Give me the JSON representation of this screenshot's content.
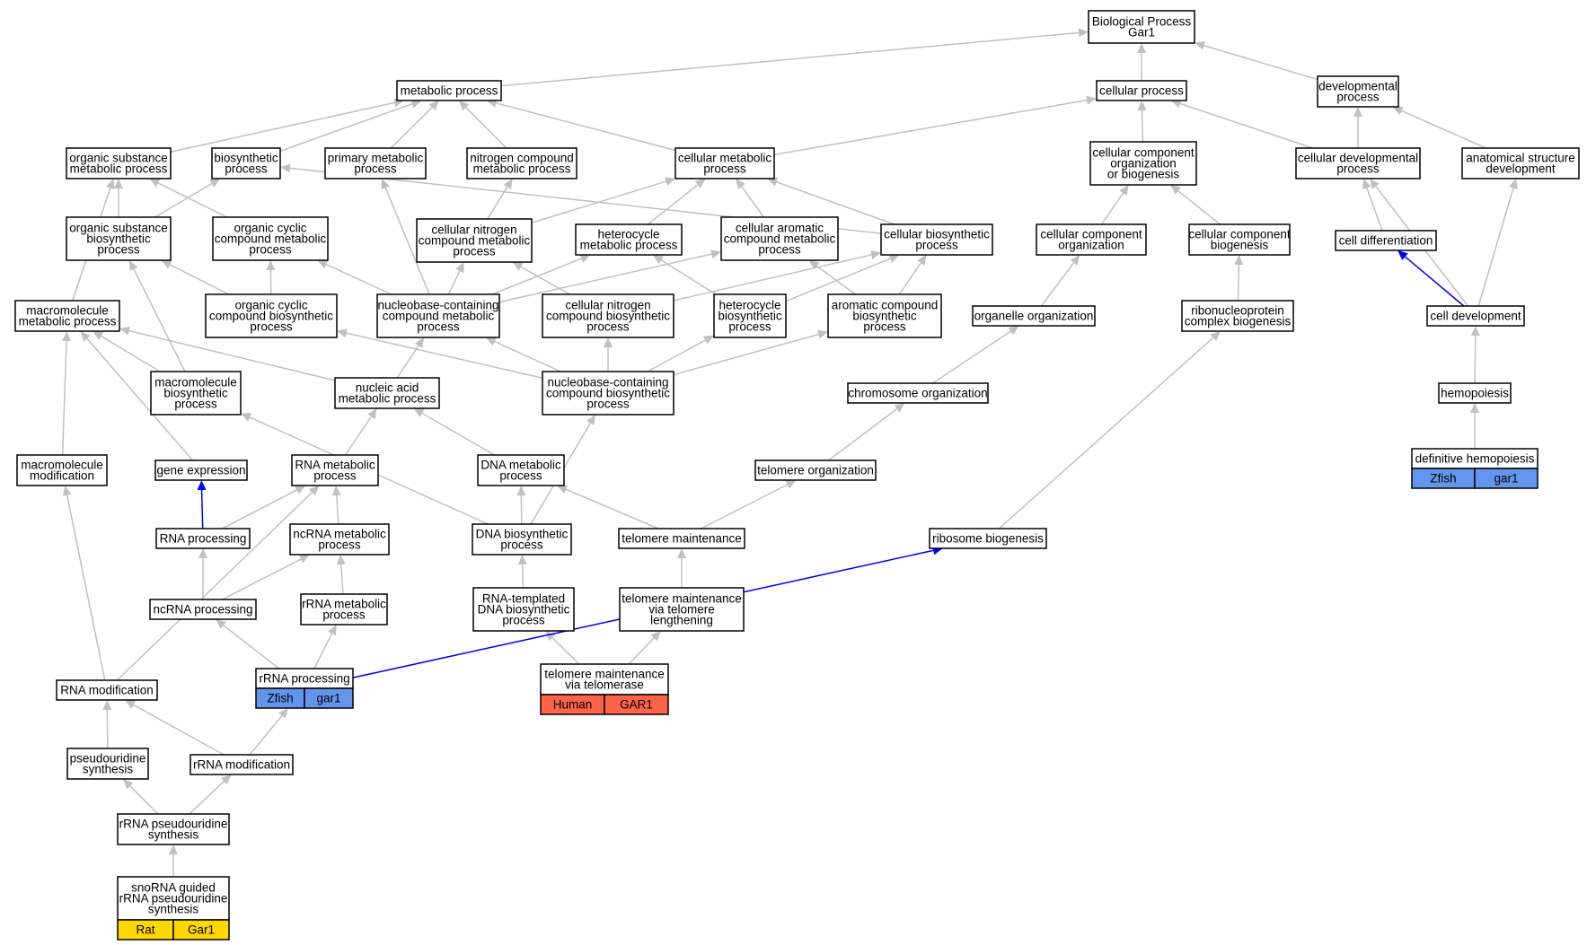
{
  "diagram": {
    "colors": {
      "edge": "#c0c0c0",
      "highlight_edge": "#0000ff",
      "zfish": "#6495ed",
      "human": "#ff6347",
      "rat": "#ffd700"
    },
    "nodes": [
      {
        "id": "bp",
        "lines": [
          "Biological Process",
          "Gar1"
        ]
      },
      {
        "id": "metabolic",
        "lines": [
          "metabolic process"
        ]
      },
      {
        "id": "cellular",
        "lines": [
          "cellular process"
        ]
      },
      {
        "id": "developmental",
        "lines": [
          "developmental",
          "process"
        ]
      },
      {
        "id": "org_sub_met",
        "lines": [
          "organic substance",
          "metabolic process"
        ]
      },
      {
        "id": "biosynthetic",
        "lines": [
          "biosynthetic",
          "process"
        ]
      },
      {
        "id": "primary_met",
        "lines": [
          "primary metabolic",
          "process"
        ]
      },
      {
        "id": "nitrogen_met",
        "lines": [
          "nitrogen compound",
          "metabolic process"
        ]
      },
      {
        "id": "cell_met",
        "lines": [
          "cellular metabolic",
          "process"
        ]
      },
      {
        "id": "ccob",
        "lines": [
          "cellular component",
          "organization",
          "or biogenesis"
        ]
      },
      {
        "id": "cell_dev_proc",
        "lines": [
          "cellular developmental",
          "process"
        ]
      },
      {
        "id": "anat_dev",
        "lines": [
          "anatomical structure",
          "development"
        ]
      },
      {
        "id": "org_sub_bio",
        "lines": [
          "organic substance",
          "biosynthetic",
          "process"
        ]
      },
      {
        "id": "org_cyc_met",
        "lines": [
          "organic cyclic",
          "compound metabolic",
          "process"
        ]
      },
      {
        "id": "cell_nit_met",
        "lines": [
          "cellular nitrogen",
          "compound metabolic",
          "process"
        ]
      },
      {
        "id": "het_met",
        "lines": [
          "heterocycle",
          "metabolic process"
        ]
      },
      {
        "id": "cell_aro_met",
        "lines": [
          "cellular aromatic",
          "compound metabolic",
          "process"
        ]
      },
      {
        "id": "cell_bio",
        "lines": [
          "cellular biosynthetic",
          "process"
        ]
      },
      {
        "id": "cc_org",
        "lines": [
          "cellular component",
          "organization"
        ]
      },
      {
        "id": "cc_bio",
        "lines": [
          "cellular component",
          "biogenesis"
        ]
      },
      {
        "id": "cell_diff",
        "lines": [
          "cell differentiation"
        ]
      },
      {
        "id": "macro_met",
        "lines": [
          "macromolecule",
          "metabolic process"
        ]
      },
      {
        "id": "org_cyc_bio",
        "lines": [
          "organic cyclic",
          "compound biosynthetic",
          "process"
        ]
      },
      {
        "id": "nb_met",
        "lines": [
          "nucleobase-containing",
          "compound metabolic",
          "process"
        ]
      },
      {
        "id": "cell_nit_bio",
        "lines": [
          "cellular nitrogen",
          "compound biosynthetic",
          "process"
        ]
      },
      {
        "id": "het_bio",
        "lines": [
          "heterocycle",
          "biosynthetic",
          "process"
        ]
      },
      {
        "id": "aro_bio",
        "lines": [
          "aromatic compound",
          "biosynthetic",
          "process"
        ]
      },
      {
        "id": "organelle_org",
        "lines": [
          "organelle organization"
        ]
      },
      {
        "id": "rnp_bio",
        "lines": [
          "ribonucleoprotein",
          "complex biogenesis"
        ]
      },
      {
        "id": "cell_dev",
        "lines": [
          "cell development"
        ]
      },
      {
        "id": "macro_bio",
        "lines": [
          "macromolecule",
          "biosynthetic",
          "process"
        ]
      },
      {
        "id": "na_met",
        "lines": [
          "nucleic acid",
          "metabolic process"
        ]
      },
      {
        "id": "nb_bio",
        "lines": [
          "nucleobase-containing",
          "compound biosynthetic",
          "process"
        ]
      },
      {
        "id": "chrom_org",
        "lines": [
          "chromosome organization"
        ]
      },
      {
        "id": "hemopoiesis",
        "lines": [
          "hemopoiesis"
        ]
      },
      {
        "id": "macro_mod",
        "lines": [
          "macromolecule",
          "modification"
        ]
      },
      {
        "id": "gene_expr",
        "lines": [
          "gene expression"
        ]
      },
      {
        "id": "rna_met",
        "lines": [
          "RNA metabolic",
          "process"
        ]
      },
      {
        "id": "dna_met",
        "lines": [
          "DNA metabolic",
          "process"
        ]
      },
      {
        "id": "telo_org",
        "lines": [
          "telomere organization"
        ]
      },
      {
        "id": "def_hemo",
        "lines": [
          "definitive hemopoiesis"
        ],
        "tags": [
          "Zfish",
          "gar1"
        ],
        "tag_color": "#6495ed"
      },
      {
        "id": "rna_proc",
        "lines": [
          "RNA processing"
        ]
      },
      {
        "id": "ncrna_met",
        "lines": [
          "ncRNA metabolic",
          "process"
        ]
      },
      {
        "id": "dna_bio",
        "lines": [
          "DNA biosynthetic",
          "process"
        ]
      },
      {
        "id": "telo_maint",
        "lines": [
          "telomere maintenance"
        ]
      },
      {
        "id": "ribo_bio",
        "lines": [
          "ribosome biogenesis"
        ]
      },
      {
        "id": "ncrna_proc",
        "lines": [
          "ncRNA processing"
        ]
      },
      {
        "id": "rrna_met",
        "lines": [
          "rRNA metabolic",
          "process"
        ]
      },
      {
        "id": "rna_templ",
        "lines": [
          "RNA-templated",
          "DNA biosynthetic",
          "process"
        ]
      },
      {
        "id": "telo_length",
        "lines": [
          "telomere maintenance",
          "via telomere",
          "lengthening"
        ]
      },
      {
        "id": "rrna_proc",
        "lines": [
          "rRNA processing"
        ],
        "tags": [
          "Zfish",
          "gar1"
        ],
        "tag_color": "#6495ed"
      },
      {
        "id": "telo_telomerase",
        "lines": [
          "telomere maintenance",
          "via telomerase"
        ],
        "tags": [
          "Human",
          "GAR1"
        ],
        "tag_color": "#ff6347"
      },
      {
        "id": "rna_mod",
        "lines": [
          "RNA modification"
        ]
      },
      {
        "id": "pseudo_syn",
        "lines": [
          "pseudouridine",
          "synthesis"
        ]
      },
      {
        "id": "rrna_mod",
        "lines": [
          "rRNA modification"
        ]
      },
      {
        "id": "rrna_pseudo",
        "lines": [
          "rRNA pseudouridine",
          "synthesis"
        ]
      },
      {
        "id": "snorna",
        "lines": [
          "snoRNA guided",
          "rRNA pseudouridine",
          "synthesis"
        ],
        "tags": [
          "Rat",
          "Gar1"
        ],
        "tag_color": "#ffd700"
      }
    ],
    "edges": [
      [
        "metabolic",
        "bp"
      ],
      [
        "cellular",
        "bp"
      ],
      [
        "developmental",
        "bp"
      ],
      [
        "org_sub_met",
        "metabolic"
      ],
      [
        "biosynthetic",
        "metabolic"
      ],
      [
        "primary_met",
        "metabolic"
      ],
      [
        "nitrogen_met",
        "metabolic"
      ],
      [
        "cell_met",
        "metabolic"
      ],
      [
        "cell_met",
        "cellular"
      ],
      [
        "ccob",
        "cellular"
      ],
      [
        "cell_dev_proc",
        "cellular"
      ],
      [
        "cell_dev_proc",
        "developmental"
      ],
      [
        "anat_dev",
        "developmental"
      ],
      [
        "org_sub_bio",
        "org_sub_met"
      ],
      [
        "org_sub_bio",
        "biosynthetic"
      ],
      [
        "org_cyc_met",
        "org_sub_met"
      ],
      [
        "cell_nit_met",
        "cell_met"
      ],
      [
        "cell_nit_met",
        "nitrogen_met"
      ],
      [
        "het_met",
        "cell_met"
      ],
      [
        "cell_aro_met",
        "cell_met"
      ],
      [
        "cell_bio",
        "cell_met"
      ],
      [
        "cell_bio",
        "biosynthetic"
      ],
      [
        "cc_org",
        "ccob"
      ],
      [
        "cc_bio",
        "ccob"
      ],
      [
        "cell_diff",
        "cell_dev_proc"
      ],
      [
        "macro_met",
        "org_sub_met"
      ],
      [
        "org_cyc_bio",
        "org_cyc_met"
      ],
      [
        "org_cyc_bio",
        "org_sub_bio"
      ],
      [
        "nb_met",
        "cell_nit_met"
      ],
      [
        "nb_met",
        "het_met"
      ],
      [
        "nb_met",
        "cell_aro_met"
      ],
      [
        "nb_met",
        "org_cyc_met"
      ],
      [
        "nb_met",
        "primary_met"
      ],
      [
        "cell_nit_bio",
        "cell_nit_met"
      ],
      [
        "cell_nit_bio",
        "cell_bio"
      ],
      [
        "het_bio",
        "het_met"
      ],
      [
        "het_bio",
        "cell_bio"
      ],
      [
        "aro_bio",
        "cell_aro_met"
      ],
      [
        "aro_bio",
        "cell_bio"
      ],
      [
        "organelle_org",
        "cc_org"
      ],
      [
        "rnp_bio",
        "cc_bio"
      ],
      [
        "cell_dev",
        "cell_dev_proc"
      ],
      [
        "cell_dev",
        "anat_dev"
      ],
      [
        "macro_bio",
        "macro_met"
      ],
      [
        "macro_bio",
        "org_sub_bio"
      ],
      [
        "na_met",
        "nb_met"
      ],
      [
        "na_met",
        "macro_met"
      ],
      [
        "nb_bio",
        "nb_met"
      ],
      [
        "nb_bio",
        "cell_nit_bio"
      ],
      [
        "nb_bio",
        "het_bio"
      ],
      [
        "nb_bio",
        "aro_bio"
      ],
      [
        "nb_bio",
        "org_cyc_bio"
      ],
      [
        "chrom_org",
        "organelle_org"
      ],
      [
        "hemopoiesis",
        "cell_dev"
      ],
      [
        "macro_mod",
        "macro_met"
      ],
      [
        "gene_expr",
        "macro_met"
      ],
      [
        "rna_met",
        "na_met"
      ],
      [
        "dna_met",
        "na_met"
      ],
      [
        "telo_org",
        "chrom_org"
      ],
      [
        "def_hemo",
        "hemopoiesis"
      ],
      [
        "rna_proc",
        "rna_met"
      ],
      [
        "ncrna_met",
        "rna_met"
      ],
      [
        "dna_bio",
        "dna_met"
      ],
      [
        "dna_bio",
        "nb_bio"
      ],
      [
        "dna_bio",
        "macro_bio"
      ],
      [
        "telo_maint",
        "dna_met"
      ],
      [
        "telo_maint",
        "telo_org"
      ],
      [
        "ribo_bio",
        "rnp_bio"
      ],
      [
        "ncrna_proc",
        "rna_proc"
      ],
      [
        "ncrna_proc",
        "ncrna_met"
      ],
      [
        "rrna_met",
        "ncrna_met"
      ],
      [
        "rna_templ",
        "dna_bio"
      ],
      [
        "telo_length",
        "telo_maint"
      ],
      [
        "rrna_proc",
        "ncrna_proc"
      ],
      [
        "rrna_proc",
        "rrna_met"
      ],
      [
        "telo_telomerase",
        "rna_templ"
      ],
      [
        "telo_telomerase",
        "telo_length"
      ],
      [
        "rna_mod",
        "rna_met"
      ],
      [
        "rna_mod",
        "macro_mod"
      ],
      [
        "pseudo_syn",
        "rna_mod"
      ],
      [
        "rrna_mod",
        "rna_mod"
      ],
      [
        "rrna_mod",
        "rrna_proc"
      ],
      [
        "rrna_pseudo",
        "pseudo_syn"
      ],
      [
        "rrna_pseudo",
        "rrna_mod"
      ],
      [
        "snorna",
        "rrna_pseudo"
      ]
    ],
    "highlighted_edges": [
      [
        "rna_proc",
        "gene_expr"
      ],
      [
        "cell_dev",
        "cell_diff"
      ],
      [
        "rrna_proc",
        "ribo_bio"
      ]
    ]
  }
}
